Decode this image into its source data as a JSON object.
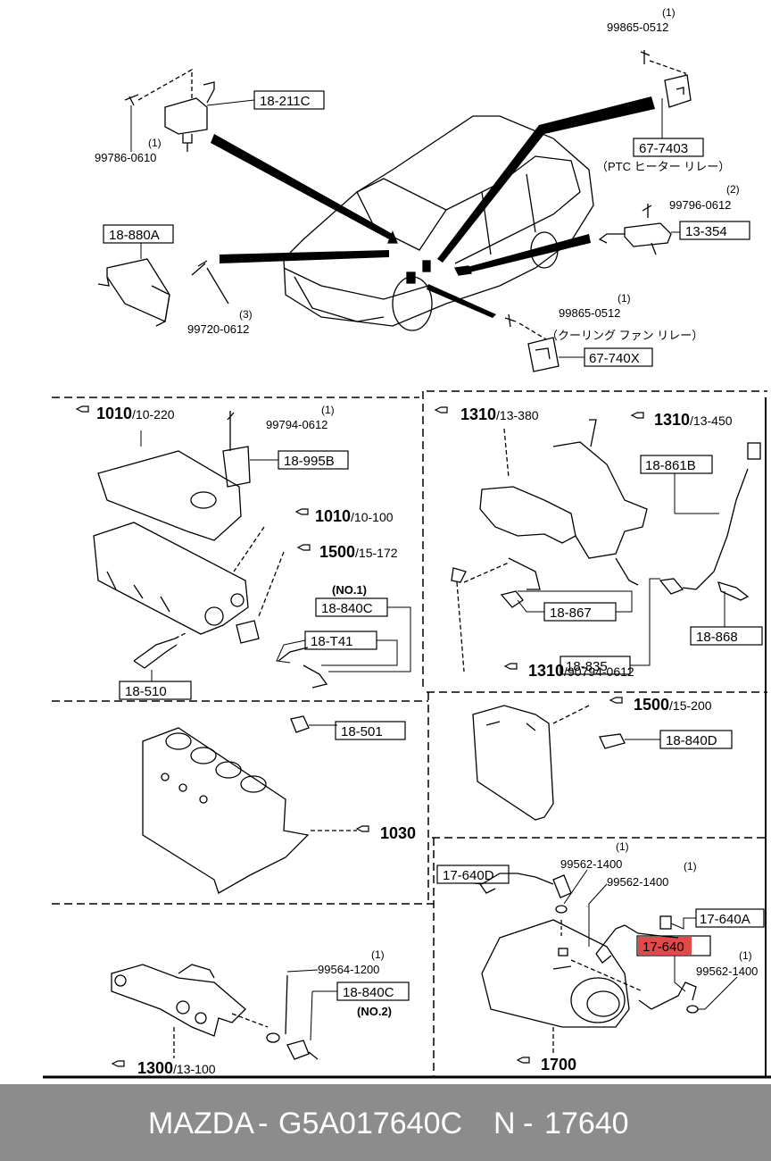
{
  "parts": {
    "p18_211C": "18-211C",
    "bolt_99786_0610": "99786-0610",
    "qty_99786": "(1)",
    "p18_880A": "18-880A",
    "bolt_99720_0612": "99720-0612",
    "qty_99720": "(3)",
    "bolt_99865_0512_top": "99865-0512",
    "qty_99865_top": "(1)",
    "p67_7403": "67-7403",
    "ptc_heater_relay": "（PTC ヒーター リレー）",
    "bolt_99796_0612": "99796-0612",
    "qty_99796": "(2)",
    "p13_354": "13-354",
    "bolt_99865_0512_mid": "99865-0512",
    "qty_99865_mid": "(1)",
    "cooling_fan_relay": "（クーリング ファン リレー）",
    "p67_740X": "67-740X",
    "ref_1010_220_main": "1010",
    "ref_1010_220_sub": "/10-220",
    "bolt_99794_0612": "99794-0612",
    "qty_99794": "(1)",
    "p18_995B": "18-995B",
    "ref_1010_100_main": "1010",
    "ref_1010_100_sub": "/10-100",
    "ref_1500_172_main": "1500",
    "ref_1500_172_sub": "/15-172",
    "no1": "(NO.1)",
    "p18_840C_a": "18-840C",
    "p18_T41": "18-T41",
    "p18_510": "18-510",
    "ref_1310_380_main": "1310",
    "ref_1310_380_sub": "/13-380",
    "ref_1310_450_main": "1310",
    "ref_1310_450_sub": "/13-450",
    "p18_861B": "18-861B",
    "p18_867": "18-867",
    "p18_835": "18-835",
    "p18_868": "18-868",
    "ref_1310_90794_main": "1310",
    "ref_1310_90794_sub": "/90794-0612",
    "ref_1500_200_main": "1500",
    "ref_1500_200_sub": "/15-200",
    "p18_840D": "18-840D",
    "p18_501": "18-501",
    "ref_1030": "1030",
    "p17_640D": "17-640D",
    "bolt_99562_1400_a": "99562-1400",
    "qty_99562_a": "(1)",
    "bolt_99562_1400_b": "99562-1400",
    "qty_99562_b": "(1)",
    "p17_640A": "17-640A",
    "p17_640": "17-640",
    "bolt_99562_1400_c": "99562-1400",
    "qty_99562_c": "(1)",
    "ref_1700": "1700",
    "bolt_99564_1200": "99564-1200",
    "qty_99564": "(1)",
    "p18_840C_b": "18-840C",
    "no2": "(NO.2)",
    "ref_1300_main": "1300",
    "ref_1300_sub": "/13-100"
  },
  "footer": {
    "brand": "MAZDA",
    "dash1": "-",
    "part_code": "G5A017640C",
    "n_label": "N",
    "dash2": "-",
    "part_number": "17640"
  },
  "colors": {
    "highlight": "#e04a4a",
    "footer_bg": "#8c8c8c",
    "line": "#000000"
  }
}
